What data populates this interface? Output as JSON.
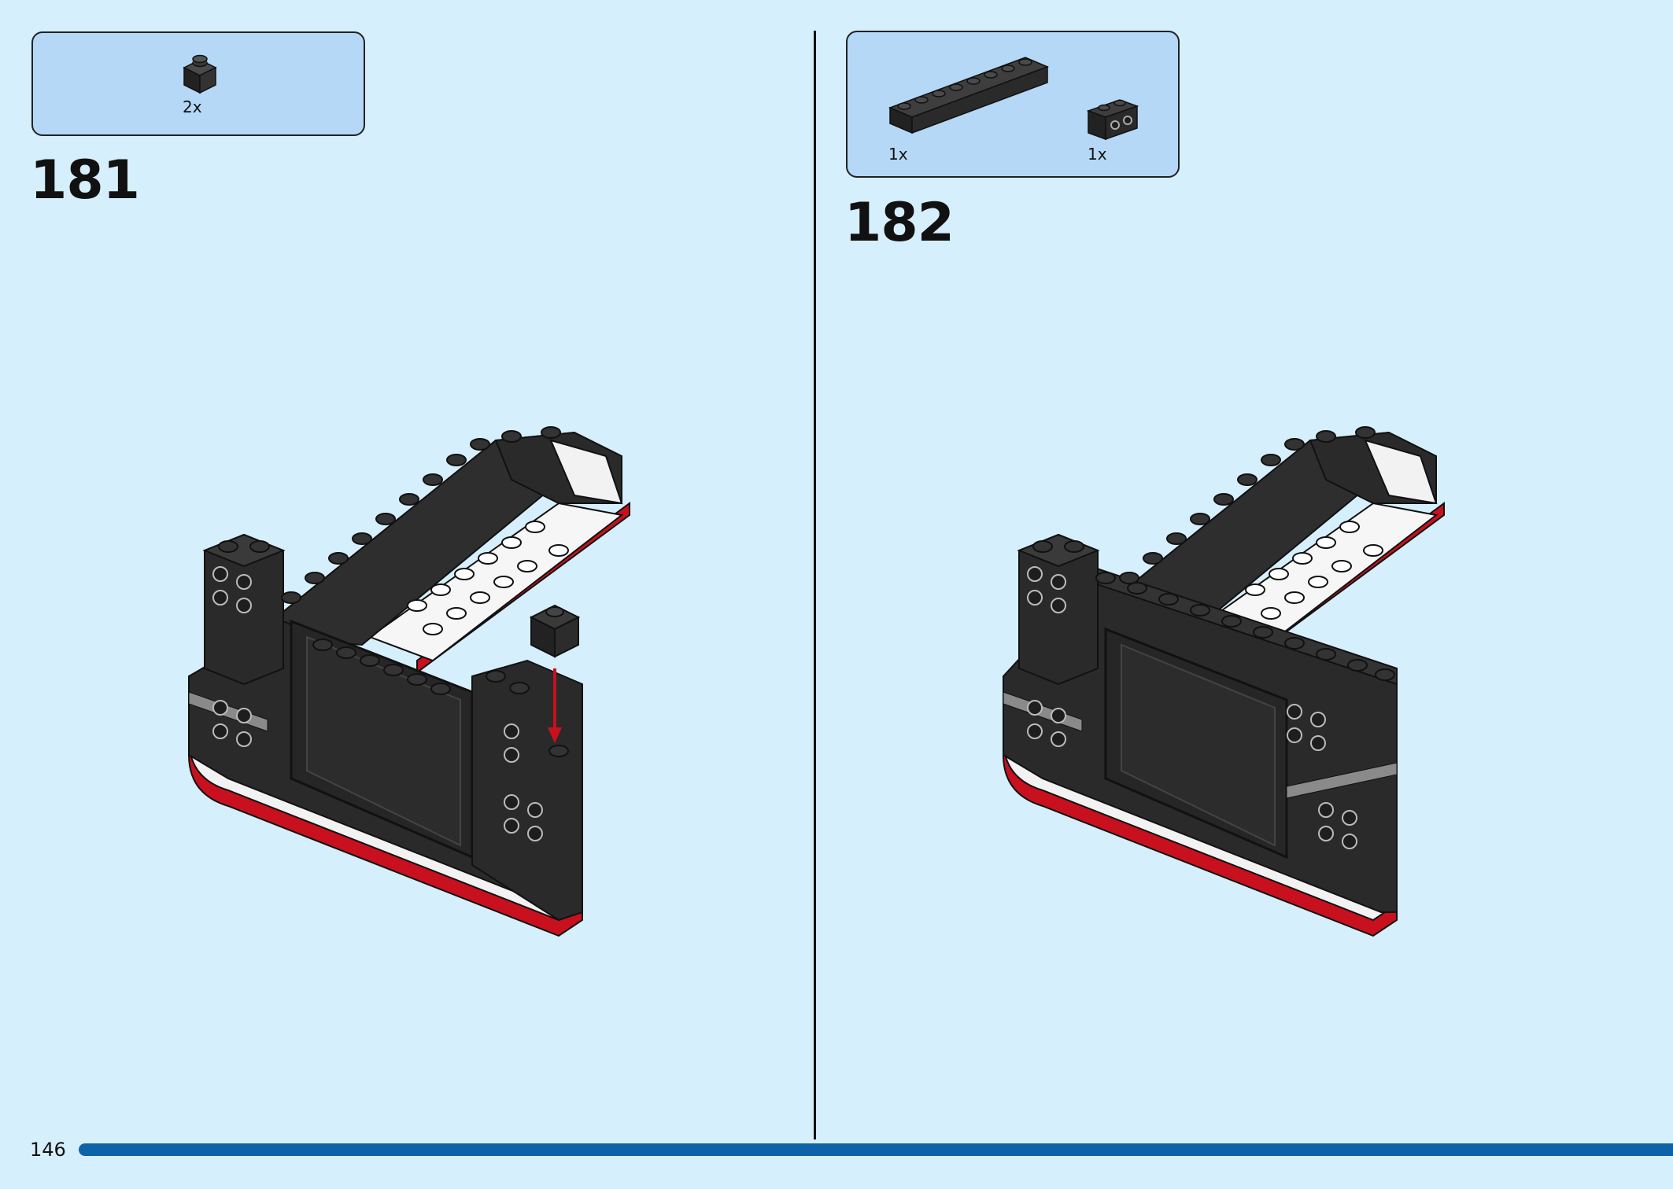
{
  "steps": [
    {
      "number": "181",
      "parts": [
        {
          "qty": "2x",
          "icon": "brick-1x1-black-icon"
        }
      ]
    },
    {
      "number": "182",
      "parts": [
        {
          "qty": "1x",
          "icon": "brick-1x8-black-icon"
        },
        {
          "qty": "1x",
          "icon": "brick-1x2-studs-side-black-icon"
        }
      ]
    }
  ],
  "page": {
    "number": "146"
  },
  "colors": {
    "background": "#d6effc",
    "callout": "#b4d8f5",
    "brick": "#2a2a2a",
    "accent_red": "#c8101e",
    "progress": "#0e63a8"
  }
}
